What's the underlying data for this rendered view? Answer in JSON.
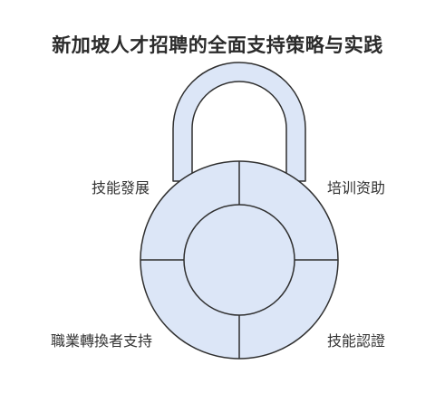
{
  "title": "新加坡人才招聘的全面支持策略与实践",
  "quadrants": {
    "top_left": "技能發展",
    "top_right": "培训资助",
    "bottom_left": "職業轉換者支持",
    "bottom_right": "技能認證"
  },
  "colors": {
    "fill": "#dce6f7",
    "stroke": "#2f2f2f",
    "background": "#ffffff"
  }
}
